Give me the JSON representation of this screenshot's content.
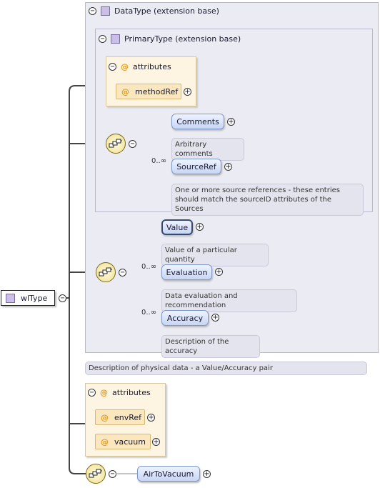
{
  "root": {
    "label": "wlType"
  },
  "datatype": {
    "label": "DataType (extension base)"
  },
  "primarytype": {
    "label": "PrimaryType (extension base)"
  },
  "primary_attributes": {
    "title": "attributes",
    "items": [
      {
        "label": "methodRef"
      }
    ]
  },
  "primary_sequence": {
    "elements": [
      {
        "label": "Comments",
        "occurrence": "",
        "doc": "Arbitrary comments"
      },
      {
        "label": "SourceRef",
        "occurrence": "0..∞",
        "doc_lines": [
          "One or more source references - these entries",
          "should match the sourceID attributes of the Sources"
        ]
      }
    ]
  },
  "datatype_sequence": {
    "elements": [
      {
        "label": "Value",
        "occurrence": "",
        "doc": "Value of a particular quantity"
      },
      {
        "label": "Evaluation",
        "occurrence": "0..∞",
        "doc": "Data evaluation and recommendation"
      },
      {
        "label": "Accuracy",
        "occurrence": "0..∞",
        "doc": "Description of the accuracy"
      }
    ]
  },
  "datatype_doc": "Description of physical data - a Value/Accuracy pair",
  "wl_attributes": {
    "title": "attributes",
    "items": [
      {
        "label": "envRef"
      },
      {
        "label": "vacuum"
      }
    ]
  },
  "wl_sequence": {
    "elements": [
      {
        "label": "AirToVacuum",
        "occurrence": ""
      }
    ]
  },
  "icons": {
    "collapse": "minus-toggle-icon",
    "expand": "plus-toggle-icon",
    "complex_type": "complex-type-icon",
    "attribute": "at-sign-icon",
    "sequence": "sequence-compositor-icon"
  },
  "colors": {
    "element_fill": "#c7d6f5",
    "attribute_fill": "#fbe7bd",
    "extension_fill": "#ebebf3",
    "compositor_fill": "#f0e08a"
  }
}
